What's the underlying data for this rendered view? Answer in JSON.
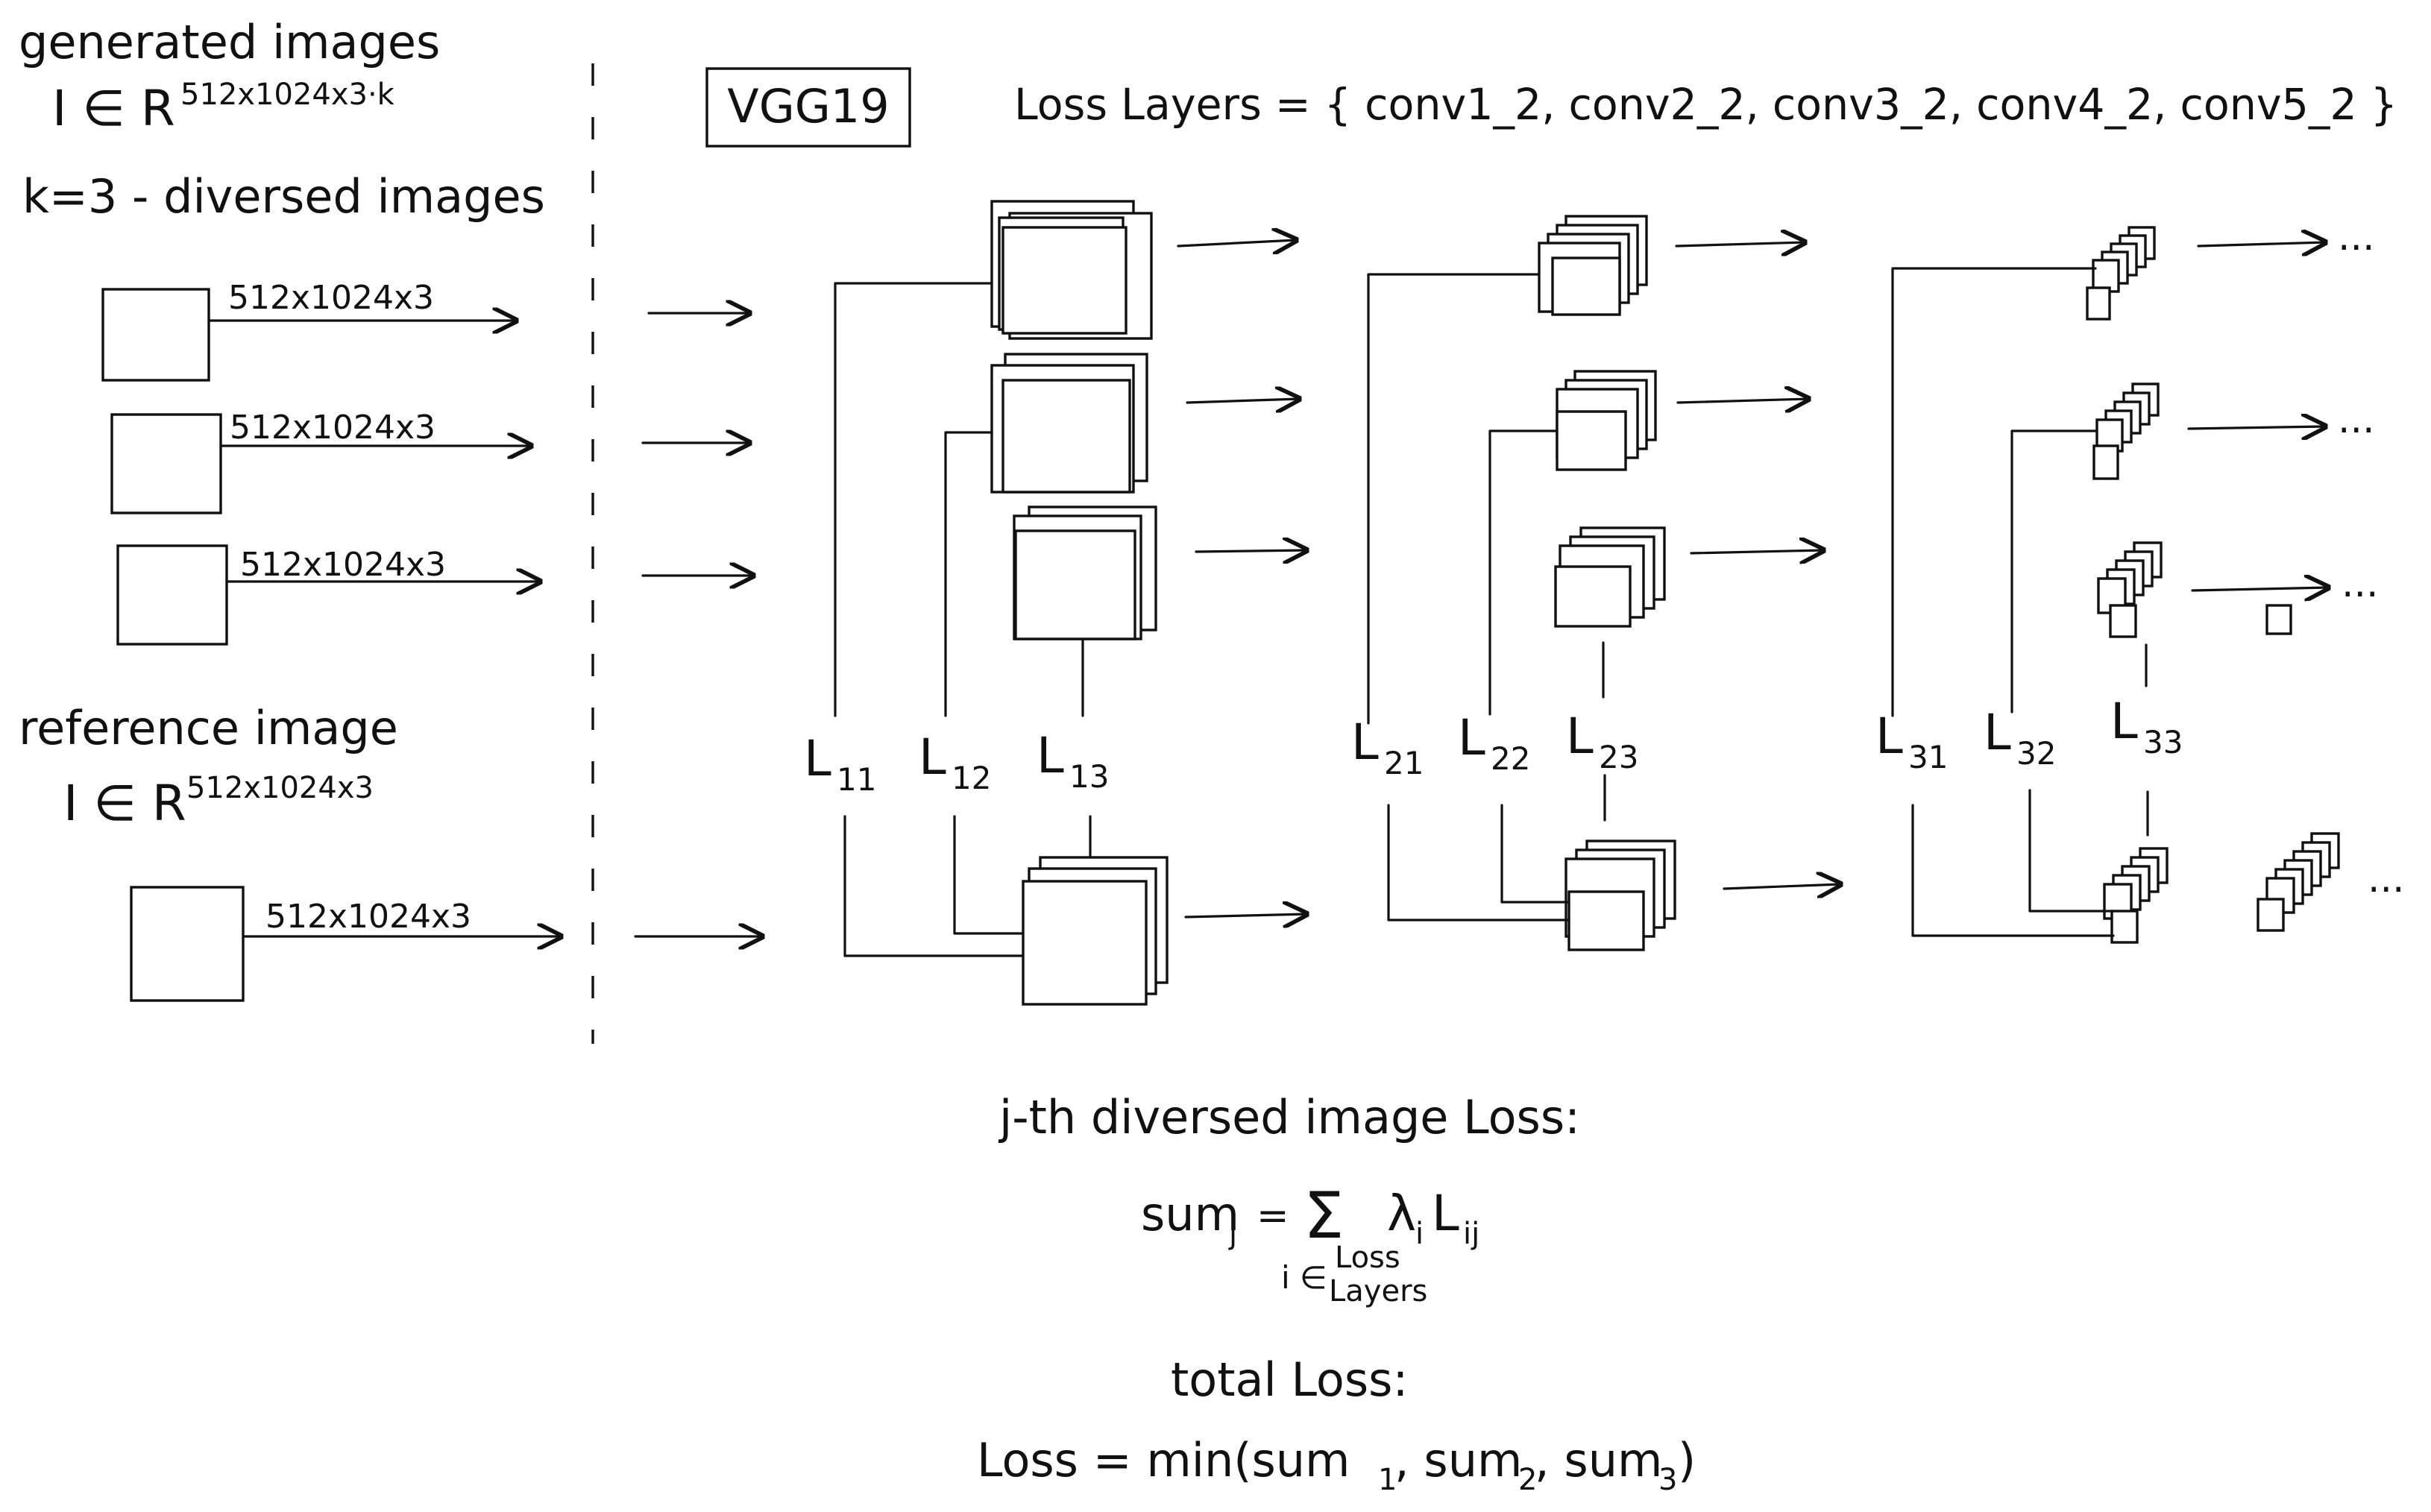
{
  "left": {
    "generated": {
      "title": "generated images",
      "space": "I ∈ R",
      "space_exp": "512x1024x3·k",
      "k_note": "k=3 - diversed images"
    },
    "reference": {
      "title": "reference image",
      "space": "I ∈ R",
      "space_exp": "512x1024x3"
    },
    "image_size": "512x1024x3"
  },
  "header": {
    "model": "VGG19",
    "loss_layers": "Loss Layers = { conv1_2, conv2_2, conv3_2, conv4_2, conv5_2 }"
  },
  "loss_labels": {
    "L11": {
      "base": "L",
      "sub": "11"
    },
    "L12": {
      "base": "L",
      "sub": "12"
    },
    "L13": {
      "base": "L",
      "sub": "13"
    },
    "L21": {
      "base": "L",
      "sub": "21"
    },
    "L22": {
      "base": "L",
      "sub": "22"
    },
    "L23": {
      "base": "L",
      "sub": "23"
    },
    "L31": {
      "base": "L",
      "sub": "31"
    },
    "L32": {
      "base": "L",
      "sub": "32"
    },
    "L33": {
      "base": "L",
      "sub": "33"
    }
  },
  "continuation": "...",
  "formulas": {
    "jth_title": "j-th diversed image Loss:",
    "sum_lhs": "sum",
    "sum_lhs_sub": "j",
    "sum_eq": "=",
    "sum_sigma": "Σ",
    "sum_term": "λ",
    "sum_term_i": "i",
    "sum_term_L": "L",
    "sum_term_ij": "ij",
    "sum_index": "i ∈",
    "sum_index_top": "Loss",
    "sum_index_bottom": "Layers",
    "total_title": "total Loss:",
    "total_expr": "Loss = min(sum",
    "total_s1": "1",
    "total_sep1": ", sum",
    "total_s2": "2",
    "total_sep2": ", sum",
    "total_s3": "3",
    "total_close": ")"
  }
}
